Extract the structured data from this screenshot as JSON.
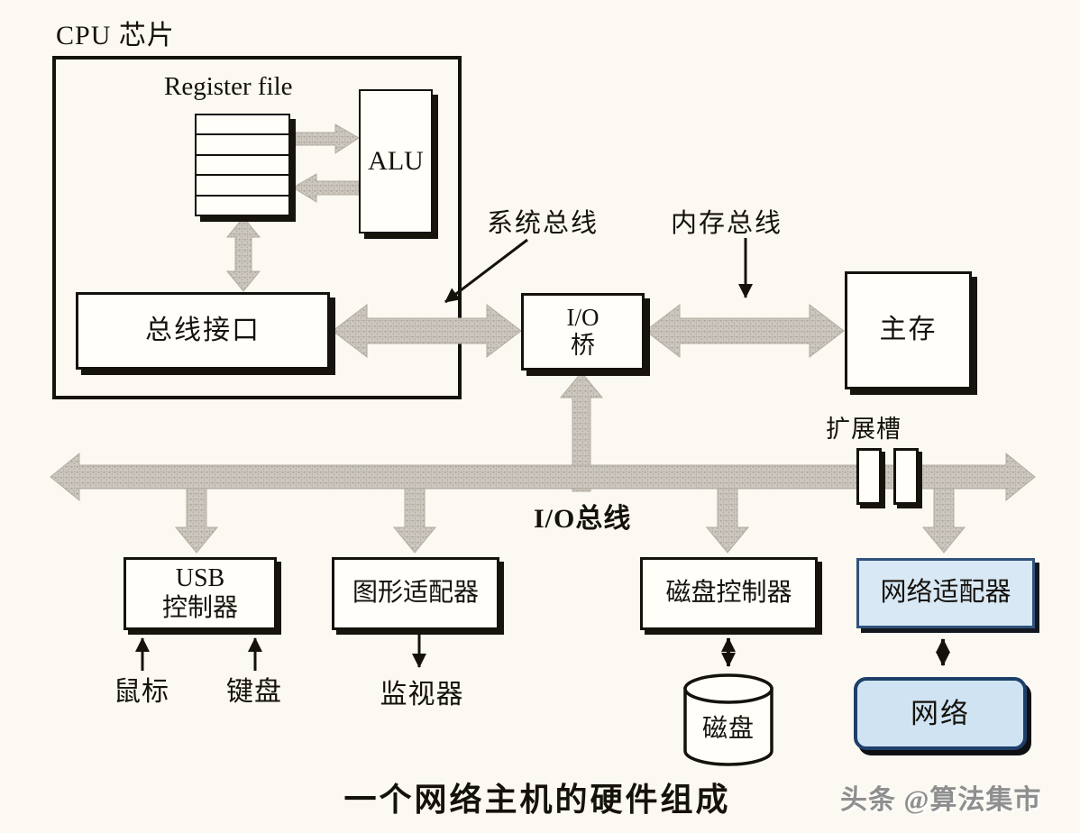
{
  "chip": {
    "title": "CPU 芯片"
  },
  "boxes": {
    "register_file_label": "Register file",
    "alu": "ALU",
    "bus_interface": "总线接口",
    "io_bridge_line1": "I/O",
    "io_bridge_line2": "桥",
    "main_memory": "主存",
    "usb_controller_line1": "USB",
    "usb_controller_line2": "控制器",
    "graphics_adapter": "图形适配器",
    "disk_controller": "磁盘控制器",
    "network_adapter": "网络适配器",
    "network": "网络"
  },
  "bus_labels": {
    "system_bus": "系统总线",
    "memory_bus": "内存总线",
    "io_bus": "I/O总线",
    "expansion_slots": "扩展槽"
  },
  "peripherals": {
    "mouse": "鼠标",
    "keyboard": "键盘",
    "monitor": "监视器",
    "disk": "磁盘"
  },
  "caption": "一个网络主机的硬件组成",
  "watermark": "头条 @算法集市",
  "colors": {
    "background": "#fbf9f1",
    "box_border": "#15120c",
    "box_fill": "#fffef9",
    "shadow": "#17130d",
    "bus_gray": "#cdc8bf",
    "bus_gray_speckle": "#a8a197",
    "highlight_fill": "#d8e8f5",
    "highlight_border": "#30527c",
    "network_fill": "#cfe3f3",
    "network_border": "#1d3f69",
    "watermark_gray": "#8f8f8f"
  }
}
